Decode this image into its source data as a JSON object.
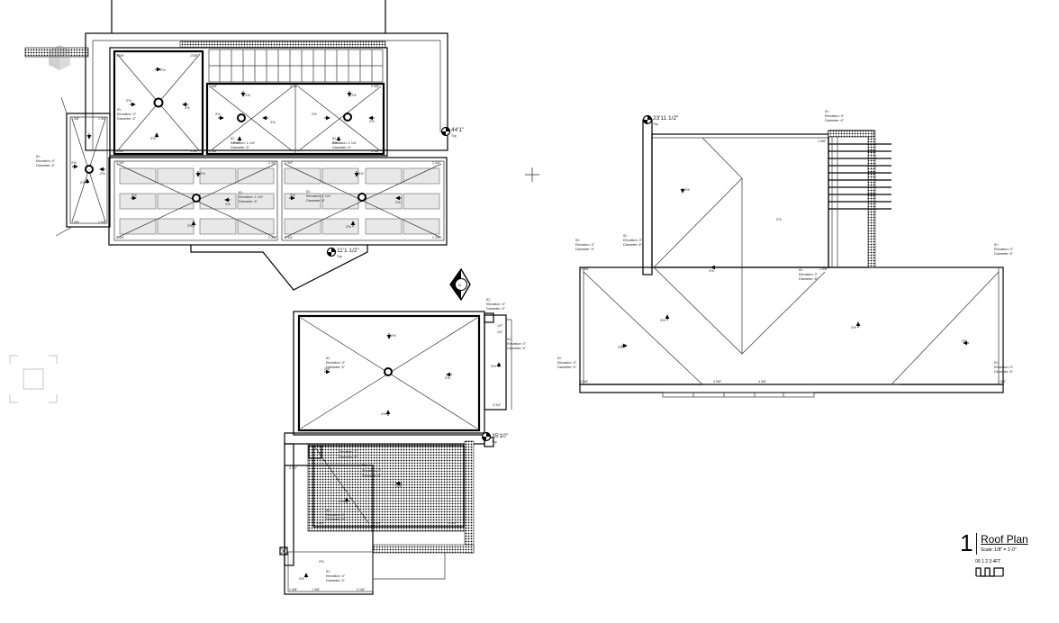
{
  "title": {
    "number": "1",
    "name": "Roof Plan",
    "scale": "Scale: 1/8\" = 1'-0\"",
    "ticks": "00  1  2  3   4FT"
  },
  "levels": {
    "top_left": "44'1\"",
    "top_mid": "11'1 1/2\"",
    "right_wing": "23'11 1/2\"",
    "mid": "35'10\"",
    "sub": "Top"
  },
  "slope": "2%",
  "drain": {
    "id": "ID:",
    "elev0": "Elevation: 0\"",
    "elev1": "Elevation: 1\"",
    "elev114": "Elevation: 1 1/4\"",
    "dia": "Diameter: 6\""
  },
  "dims": {
    "a": "1'5/8\"",
    "b": "2 5/8\"",
    "c": "2 3/4\"",
    "d": "1 5/8\"",
    "e": "4 5/8\"",
    "f": "3 3/4\"",
    "g": "1/2\"",
    "h": "1 1/4\"",
    "i": "3 1/2\"",
    "j": "1 3/8\"",
    "k": "2 1/8\""
  },
  "north_label": "N",
  "icons": [
    "crosshair-icon",
    "view-box-icon",
    "north-arrow-icon",
    "cube-icon"
  ]
}
